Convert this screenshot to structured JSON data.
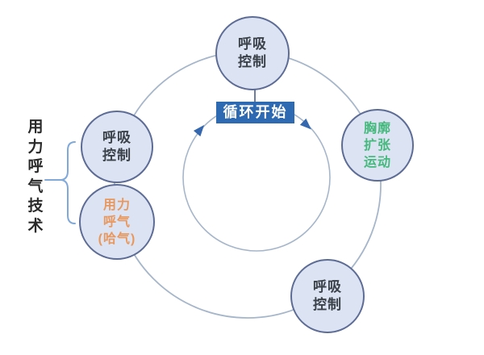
{
  "diagram": {
    "center_label": {
      "text": "循环开始"
    },
    "side_label": {
      "text": "用力呼气技术",
      "chars": [
        "用",
        "力",
        "呼",
        "气",
        "技",
        "术"
      ]
    },
    "nodes": {
      "top": {
        "text": "呼吸控制",
        "lines": [
          "呼吸",
          "控制"
        ]
      },
      "right": {
        "text": "胸廓扩张运动",
        "lines": [
          "胸廓",
          "扩张",
          "运动"
        ]
      },
      "left_top": {
        "text": "呼吸控制",
        "lines": [
          "呼吸",
          "控制"
        ]
      },
      "left_bottom": {
        "text": "用力呼气(哈气)",
        "lines": [
          "用力",
          "呼气",
          "(哈气)"
        ]
      },
      "bottom": {
        "text": "呼吸控制",
        "lines": [
          "呼吸",
          "控制"
        ]
      }
    },
    "colors": {
      "node_fill": "#dce3f2",
      "node_border": "#5d6c95",
      "ring": "#a6b6ca",
      "connector": "#5d6c95",
      "arrow": "#3467ae",
      "label_bg": "#2e6ab2",
      "label_text": "#ffffff",
      "green_text": "#45b97d",
      "orange_text": "#e8985e",
      "dark_text": "#3b4149",
      "brace": "#80a9d9"
    }
  }
}
